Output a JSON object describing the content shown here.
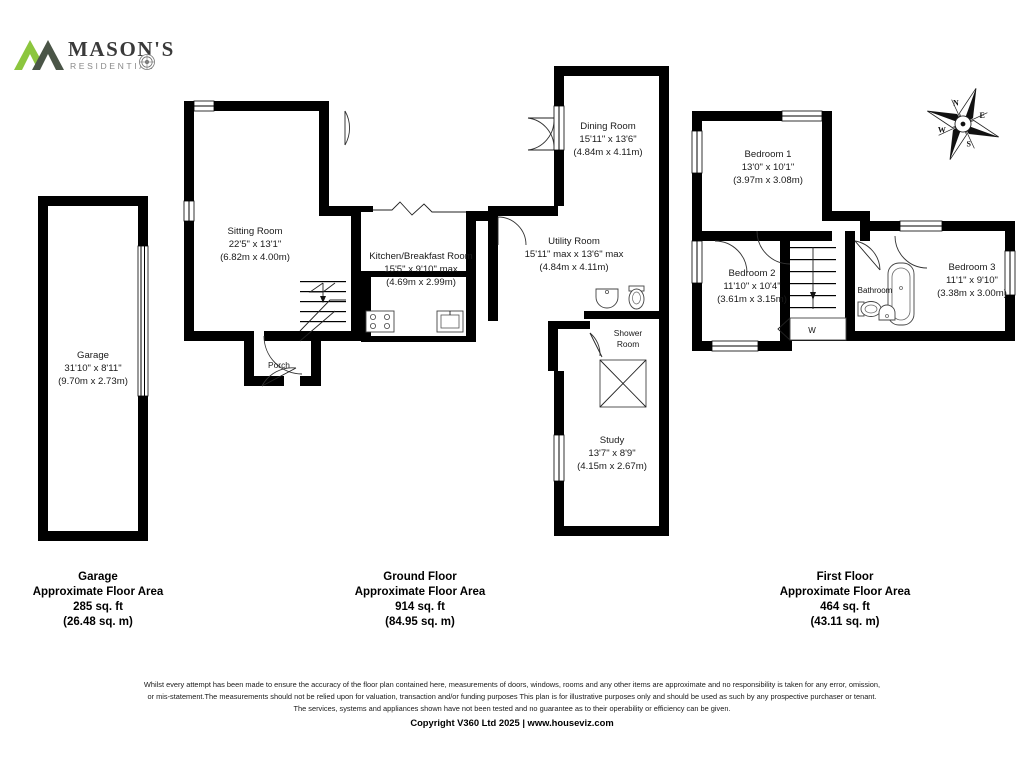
{
  "brand": {
    "name": "MASON'S",
    "tagline": "RESIDENTIAL",
    "mark_color_light": "#8cc63e",
    "mark_color_dark": "#3f4a3a",
    "text_color": "#3a3a3a"
  },
  "compass": {
    "name": "compass-rose",
    "north": "N",
    "east": "E",
    "south": "S",
    "west": "W"
  },
  "floors": [
    {
      "key": "garage",
      "summary_title": "Garage",
      "summary_area_label": "Approximate Floor Area",
      "summary_sqft": "285 sq. ft",
      "summary_sqm": "(26.48 sq. m)",
      "rooms": [
        {
          "name": "Garage",
          "imperial": "31'10\" x 8'11\"",
          "metric": "(9.70m x 2.73m)"
        }
      ]
    },
    {
      "key": "ground-floor",
      "summary_title": "Ground Floor",
      "summary_area_label": "Approximate Floor Area",
      "summary_sqft": "914 sq. ft",
      "summary_sqm": "(84.95 sq. m)",
      "rooms": [
        {
          "name": "Sitting Room",
          "imperial": "22'5\" x 13'1\"",
          "metric": "(6.82m x 4.00m)"
        },
        {
          "name": "Kitchen/Breakfast Room",
          "imperial": "15'5\" x 9'10\" max",
          "metric": "(4.69m x 2.99m)"
        },
        {
          "name": "Dining Room",
          "imperial": "15'11\" x 13'6\"",
          "metric": "(4.84m x 4.11m)"
        },
        {
          "name": "Utility Room",
          "imperial": "15'11\" max x 13'6\" max",
          "metric": "(4.84m x 4.11m)"
        },
        {
          "name": "Shower",
          "name2": "Room",
          "imperial": "",
          "metric": ""
        },
        {
          "name": "Study",
          "imperial": "13'7\" x 8'9\"",
          "metric": "(4.15m x 2.67m)"
        },
        {
          "name": "Porch",
          "imperial": "",
          "metric": ""
        }
      ]
    },
    {
      "key": "first-floor",
      "summary_title": "First Floor",
      "summary_area_label": "Approximate Floor Area",
      "summary_sqft": "464 sq. ft",
      "summary_sqm": "(43.11 sq. m)",
      "rooms": [
        {
          "name": "Bedroom 1",
          "imperial": "13'0\" x 10'1\"",
          "metric": "(3.97m x 3.08m)"
        },
        {
          "name": "Bedroom 2",
          "imperial": "11'10\" x 10'4\"",
          "metric": "(3.61m x 3.15m)"
        },
        {
          "name": "Bedroom 3",
          "imperial": "11'1\" x 9'10\"",
          "metric": "(3.38m x 3.00m)"
        },
        {
          "name": "Bathroom",
          "imperial": "",
          "metric": ""
        },
        {
          "name": "W",
          "imperial": "",
          "metric": ""
        }
      ]
    }
  ],
  "footer": {
    "disclaimer_line_1": "Whilst every attempt has been made to ensure the accuracy of the floor plan contained here, measurements of doors, windows, rooms and any other items are approximate and no responsibility is taken for any error, omission,",
    "disclaimer_line_2": "or mis-statement.The measurements should not be relied upon for valuation, transaction and/or funding purposes This plan is for illustrative purposes only and should be used as such by any prospective purchaser or tenant.",
    "disclaimer_line_3": "The services, systems and appliances shown have not been tested and no guarantee as to their operability or efficiency can be given.",
    "copyright": "Copyright V360 Ltd 2025 | www.houseviz.com"
  }
}
